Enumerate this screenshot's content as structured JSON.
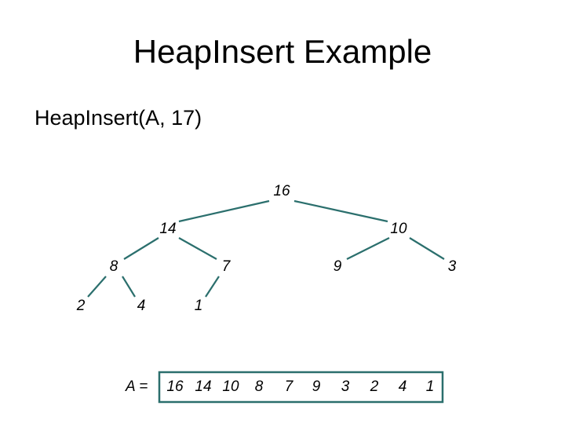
{
  "title": "HeapInsert Example",
  "subtitle": "HeapInsert(A, 17)",
  "colors": {
    "edge": "#2b6f6d",
    "array_border": "#2b6f6d",
    "text": "#000000"
  },
  "tree": {
    "nodes": [
      {
        "id": "n1",
        "label": "16"
      },
      {
        "id": "n2",
        "label": "14"
      },
      {
        "id": "n3",
        "label": "10"
      },
      {
        "id": "n4",
        "label": "8"
      },
      {
        "id": "n5",
        "label": "7"
      },
      {
        "id": "n6",
        "label": "9"
      },
      {
        "id": "n7",
        "label": "3"
      },
      {
        "id": "n8",
        "label": "2"
      },
      {
        "id": "n9",
        "label": "4"
      },
      {
        "id": "n10",
        "label": "1"
      }
    ],
    "edges": [
      [
        "n1",
        "n2"
      ],
      [
        "n1",
        "n3"
      ],
      [
        "n2",
        "n4"
      ],
      [
        "n2",
        "n5"
      ],
      [
        "n3",
        "n6"
      ],
      [
        "n3",
        "n7"
      ],
      [
        "n4",
        "n8"
      ],
      [
        "n4",
        "n9"
      ],
      [
        "n5",
        "n10"
      ]
    ]
  },
  "array": {
    "label": "A =",
    "values": [
      "16",
      "14",
      "10",
      "8",
      "7",
      "9",
      "3",
      "2",
      "4",
      "1"
    ]
  }
}
